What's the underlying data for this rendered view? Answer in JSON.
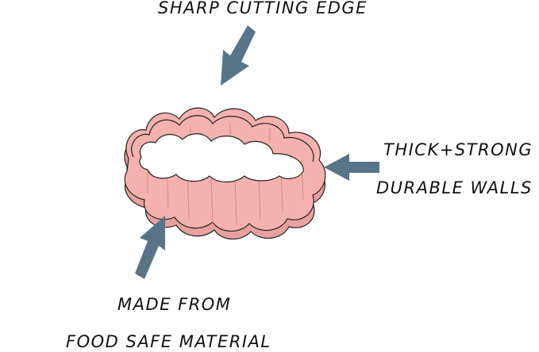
{
  "callouts": {
    "top": "SHARP CUTTING EDGE",
    "right_line1": "THICK+STRONG",
    "right_line2": "DURABLE WALLS",
    "bottom_line1": "MADE FROM",
    "bottom_line2": "FOOD SAFE MATERIAL"
  },
  "colors": {
    "cutter_fill": "#f5b1ae",
    "cutter_shade": "#e5908d",
    "cutter_outline": "#222222",
    "arrow": "#587489",
    "text": "#111111"
  },
  "icons": {
    "product": "cookie-cutter-scalloped-square",
    "pointer": "arrow-icon"
  }
}
